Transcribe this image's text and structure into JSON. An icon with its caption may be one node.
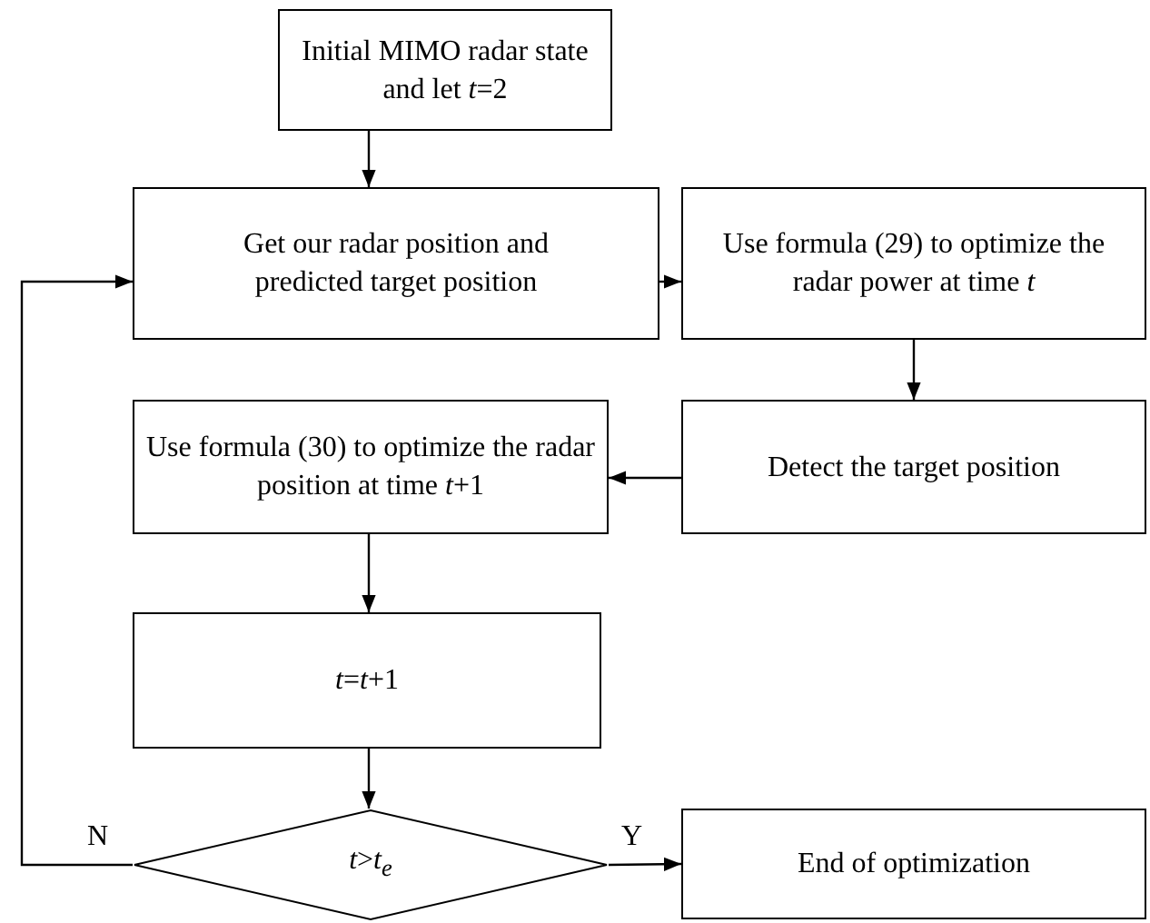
{
  "diagram": {
    "nodes": [
      {
        "text": [
          "Initial MIMO radar state and let *t*=2"
        ]
      },
      {
        "text": [
          "Get our radar position and predicted target position"
        ]
      },
      {
        "text": [
          "Use formula (29) to optimize the radar power at time *t*"
        ]
      },
      {
        "text": [
          "Detect the target position"
        ]
      },
      {
        "text": [
          "Use formula (30) to optimize the radar position at time *t*+1"
        ]
      },
      {
        "text": [
          "*t*=*t*+1"
        ]
      },
      {
        "text": [
          "*t*>*t*$_{e}$"
        ]
      },
      {
        "text": [
          "End of optimization"
        ]
      }
    ],
    "edges": [
      {
        "from": 0,
        "to": 1,
        "arrow": "to"
      },
      {
        "from": 1,
        "to": 2,
        "arrow": "to"
      },
      {
        "from": 2,
        "to": 3,
        "arrow": "to"
      },
      {
        "from": 3,
        "to": 4,
        "arrow": "to"
      },
      {
        "from": 4,
        "to": 5,
        "arrow": "to"
      },
      {
        "from": 5,
        "to": 6,
        "arrow": "to"
      },
      {
        "from": 6,
        "to": 7,
        "arrow": "to",
        "label": "Y"
      },
      {
        "from": 6,
        "to": 1,
        "arrow": "to",
        "label": "N"
      }
    ]
  }
}
